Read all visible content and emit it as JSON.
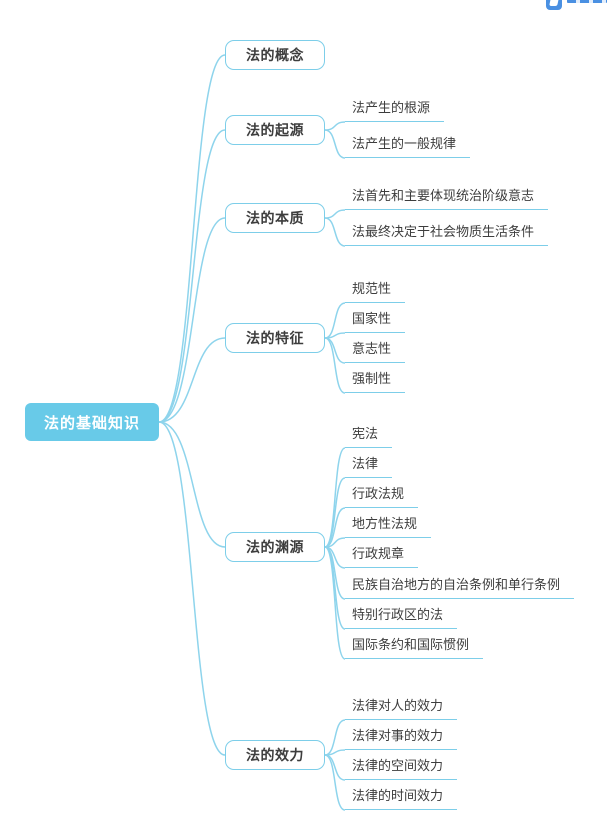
{
  "mindmap": {
    "root": {
      "label": "法的基础知识"
    },
    "branches": [
      {
        "label": "法的概念",
        "children": []
      },
      {
        "label": "法的起源",
        "children": [
          "法产生的根源",
          "法产生的一般规律"
        ]
      },
      {
        "label": "法的本质",
        "children": [
          "法首先和主要体现统治阶级意志",
          "法最终决定于社会物质生活条件"
        ]
      },
      {
        "label": "法的特征",
        "children": [
          "规范性",
          "国家性",
          "意志性",
          "强制性"
        ]
      },
      {
        "label": "法的渊源",
        "children": [
          "宪法",
          "法律",
          "行政法规",
          "地方性法规",
          "行政规章",
          "民族自治地方的自治条例和单行条例",
          "特别行政区的法",
          "国际条约和国际惯例"
        ]
      },
      {
        "label": "法的效力",
        "children": [
          "法律对人的效力",
          "法律对事的效力",
          "法律的空间效力",
          "法律的时间效力"
        ]
      }
    ],
    "colors": {
      "root_fill": "#68cae8",
      "node_border": "#7dcee9",
      "connector": "#8ed4ec",
      "text": "#3d3d3d",
      "brand": "#4a90e2"
    }
  }
}
